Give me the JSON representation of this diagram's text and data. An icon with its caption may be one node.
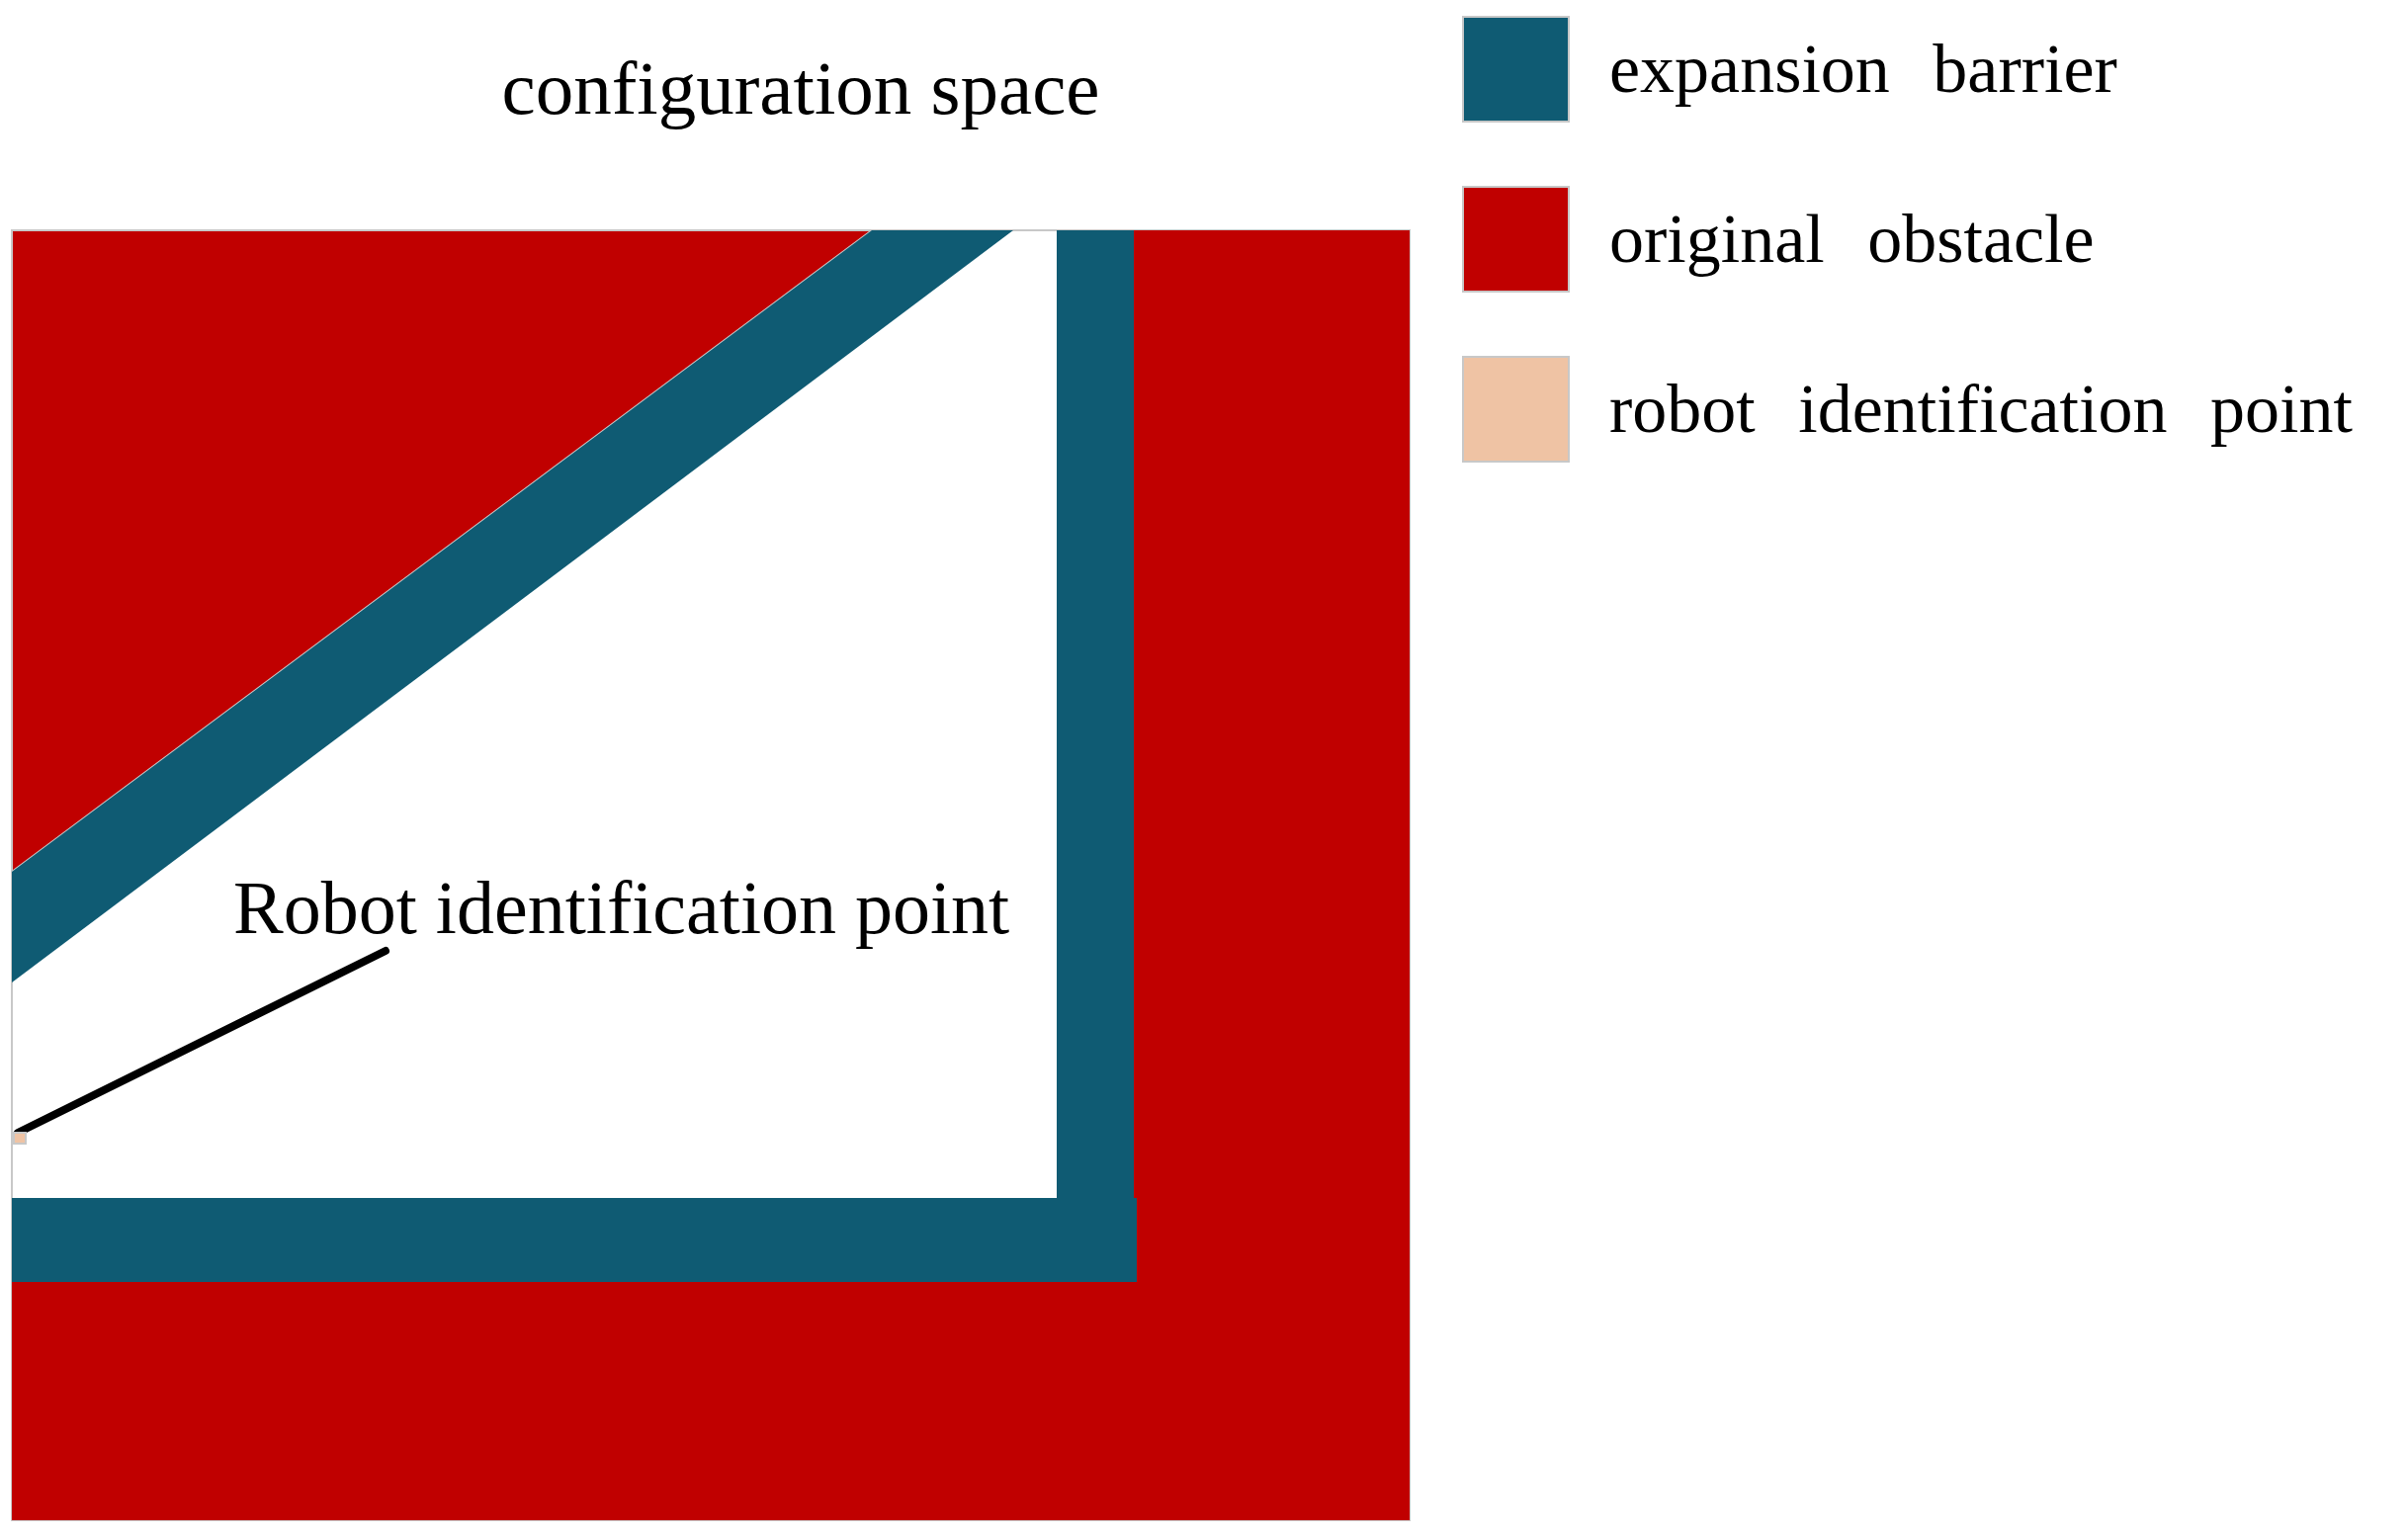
{
  "diagram": {
    "title": "configuration space",
    "nodes": [
      {
        "text": [
          "Robot identification point"
        ]
      },
      {
        "text": [],
        "shape": "box"
      }
    ],
    "edges": [
      {
        "from": 0,
        "to": 1,
        "arrow": "none"
      }
    ],
    "legend": [
      {
        "text": "expansion barrier",
        "color": "#0f5b73"
      },
      {
        "text": "original obstacle",
        "color": "#c00000"
      },
      {
        "text": "robot identification point",
        "color": "#efc3a4"
      }
    ]
  }
}
